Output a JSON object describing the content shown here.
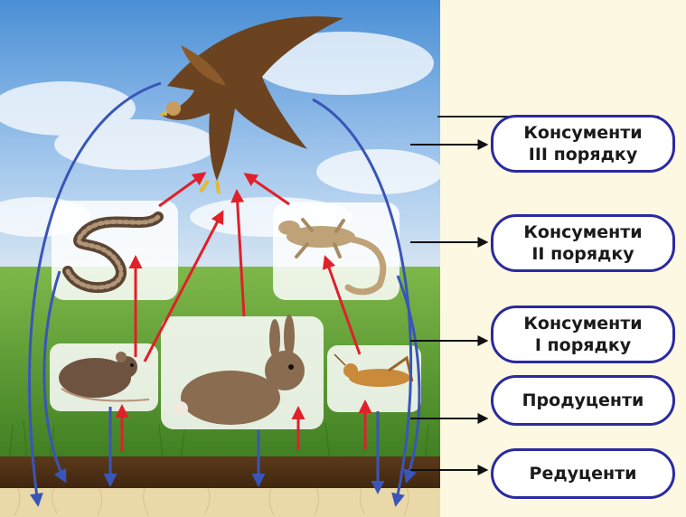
{
  "trophic_levels": [
    {
      "line1": "Консументи",
      "line2": "III порядку"
    },
    {
      "line1": "Консументи",
      "line2": "II порядку"
    },
    {
      "line1": "Консументи",
      "line2": "I порядку"
    },
    {
      "line1": "Продуценти",
      "line2": ""
    },
    {
      "line1": "Редуценти",
      "line2": ""
    }
  ],
  "organisms": [
    "eagle",
    "snake",
    "lizard",
    "mouse",
    "rabbit",
    "grasshopper",
    "grass",
    "soil"
  ],
  "colors": {
    "feeding_arrow": "#e0202a",
    "decomposition_arrow": "#3a55b8",
    "label_border": "#2a2aa0",
    "sky": "#6fa7dd",
    "grass": "#4f9a2c",
    "soil": "#5b3a1a",
    "side_panel": "#fcf8e2"
  }
}
